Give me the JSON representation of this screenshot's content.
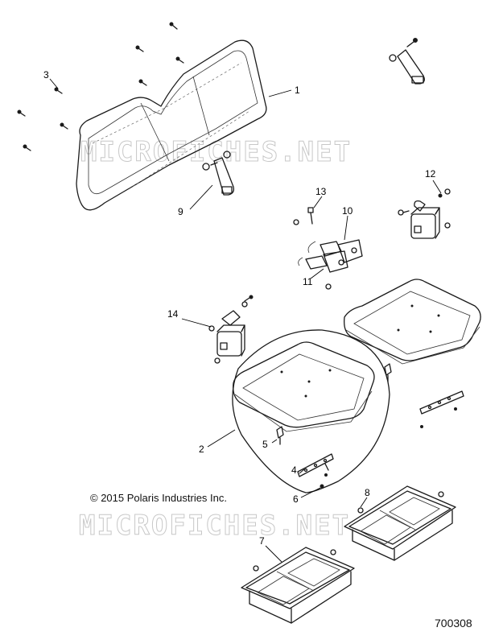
{
  "copyright": "© 2015 Polaris Industries Inc.",
  "drawing_number": "700308",
  "watermark": "MICROFICHES.NET",
  "callouts": {
    "c1": "1",
    "c2": "2",
    "c3": "3",
    "c4": "4",
    "c5": "5",
    "c6": "6",
    "c7": "7",
    "c8": "8",
    "c9": "9",
    "c10": "10",
    "c11": "11",
    "c12": "12",
    "c13": "13",
    "c14": "14"
  }
}
